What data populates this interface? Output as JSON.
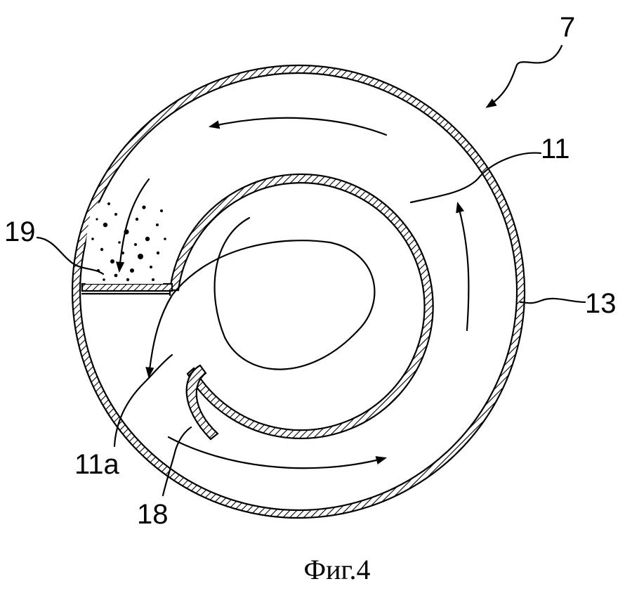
{
  "figure": {
    "caption": "Фиг.4",
    "labels": {
      "assembly": "7",
      "inner_tube": "11",
      "outer_shell": "13",
      "deposit": "19",
      "opening": "11a",
      "guide": "18"
    }
  },
  "colors": {
    "ink": "#000000",
    "paper": "#ffffff"
  }
}
